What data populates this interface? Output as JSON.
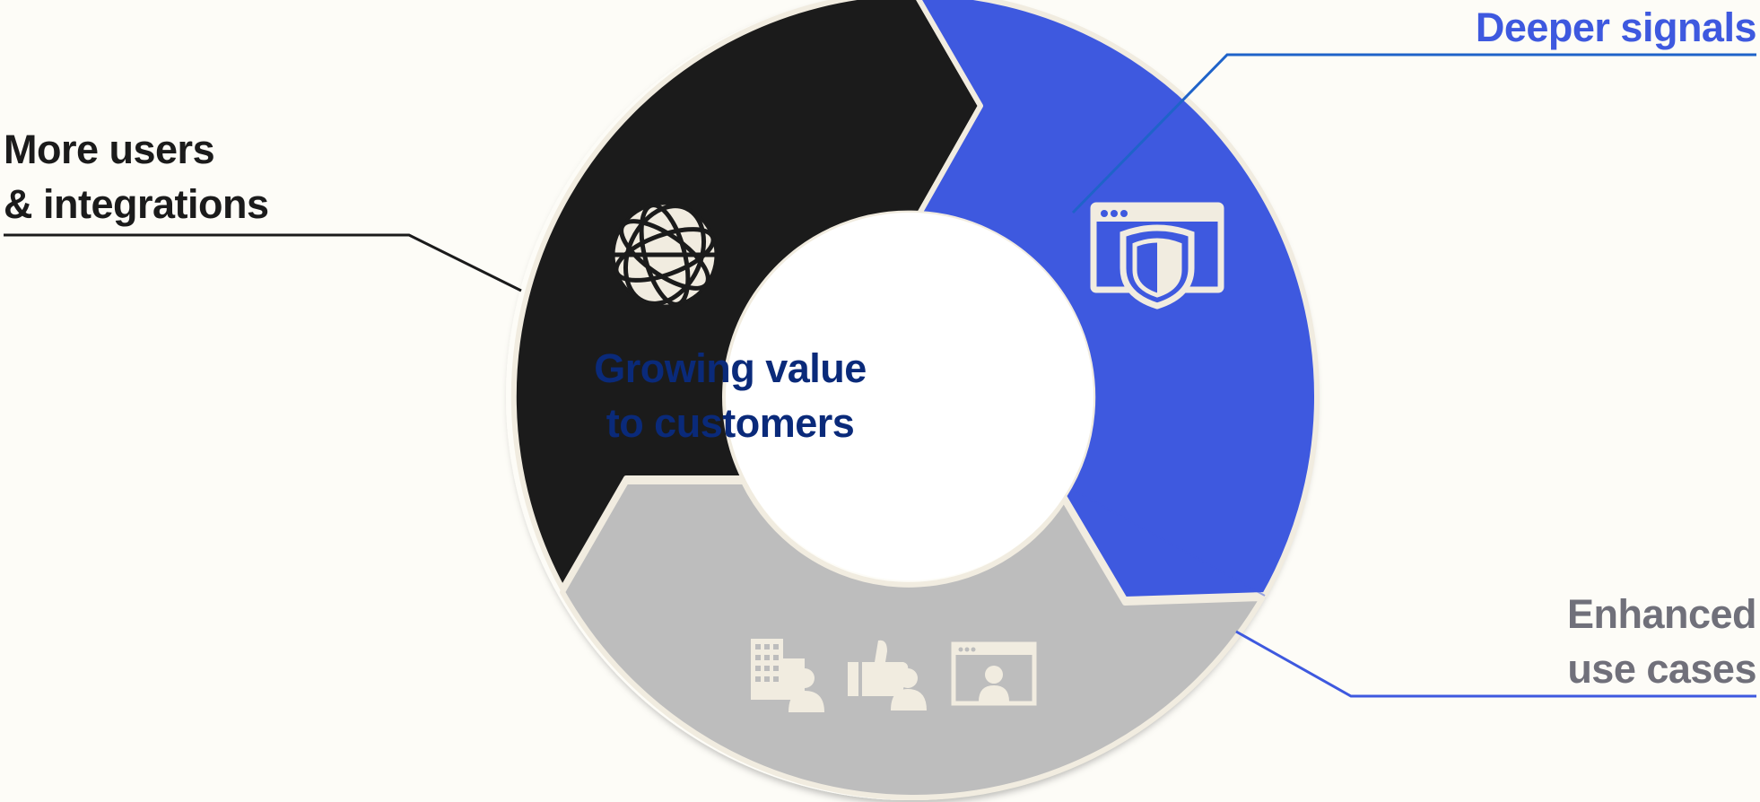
{
  "diagram": {
    "center_text": {
      "line1": "Growing value",
      "line2": "to customers"
    },
    "segments": [
      {
        "label_line1": "More users",
        "label_line2": "& integrations",
        "icon": "globe-icon",
        "color": "#1b1b1b"
      },
      {
        "label_line1": "Deeper signals",
        "icon": "browser-shield-icon",
        "color": "#3e59df"
      },
      {
        "label_line1": "Enhanced",
        "label_line2": "use cases",
        "icon": "business-people-icons",
        "color": "#bdbdbd"
      }
    ],
    "colors": {
      "background": "#fdfcf7",
      "dark": "#1b1b1b",
      "blue": "#3e59df",
      "gray": "#bdbdbd",
      "center_text": "#0a2a7a",
      "gray_label": "#70707a"
    }
  }
}
